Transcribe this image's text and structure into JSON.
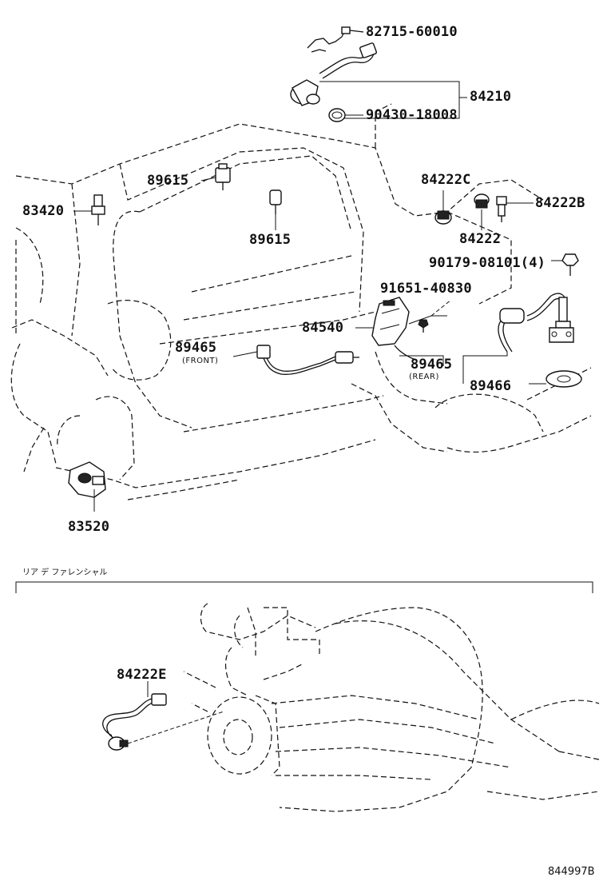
{
  "labels": {
    "p82715": "82715-60010",
    "p84210": "84210",
    "p90430": "90430-18008",
    "p89615a": "89615",
    "p89615b": "89615",
    "p83420": "83420",
    "p84222c": "84222C",
    "p84222b": "84222B",
    "p84222": "84222",
    "p90179": "90179-08101(4)",
    "p91651": "91651-40830",
    "p84540": "84540",
    "p89465f": "89465",
    "front": "(FRONT)",
    "p89465r": "89465",
    "rear": "(REAR)",
    "p89466": "89466",
    "p83520": "83520",
    "p84222e": "84222E"
  },
  "section_title": "リア デ ファレンシャル",
  "diagram_code": "844997B"
}
